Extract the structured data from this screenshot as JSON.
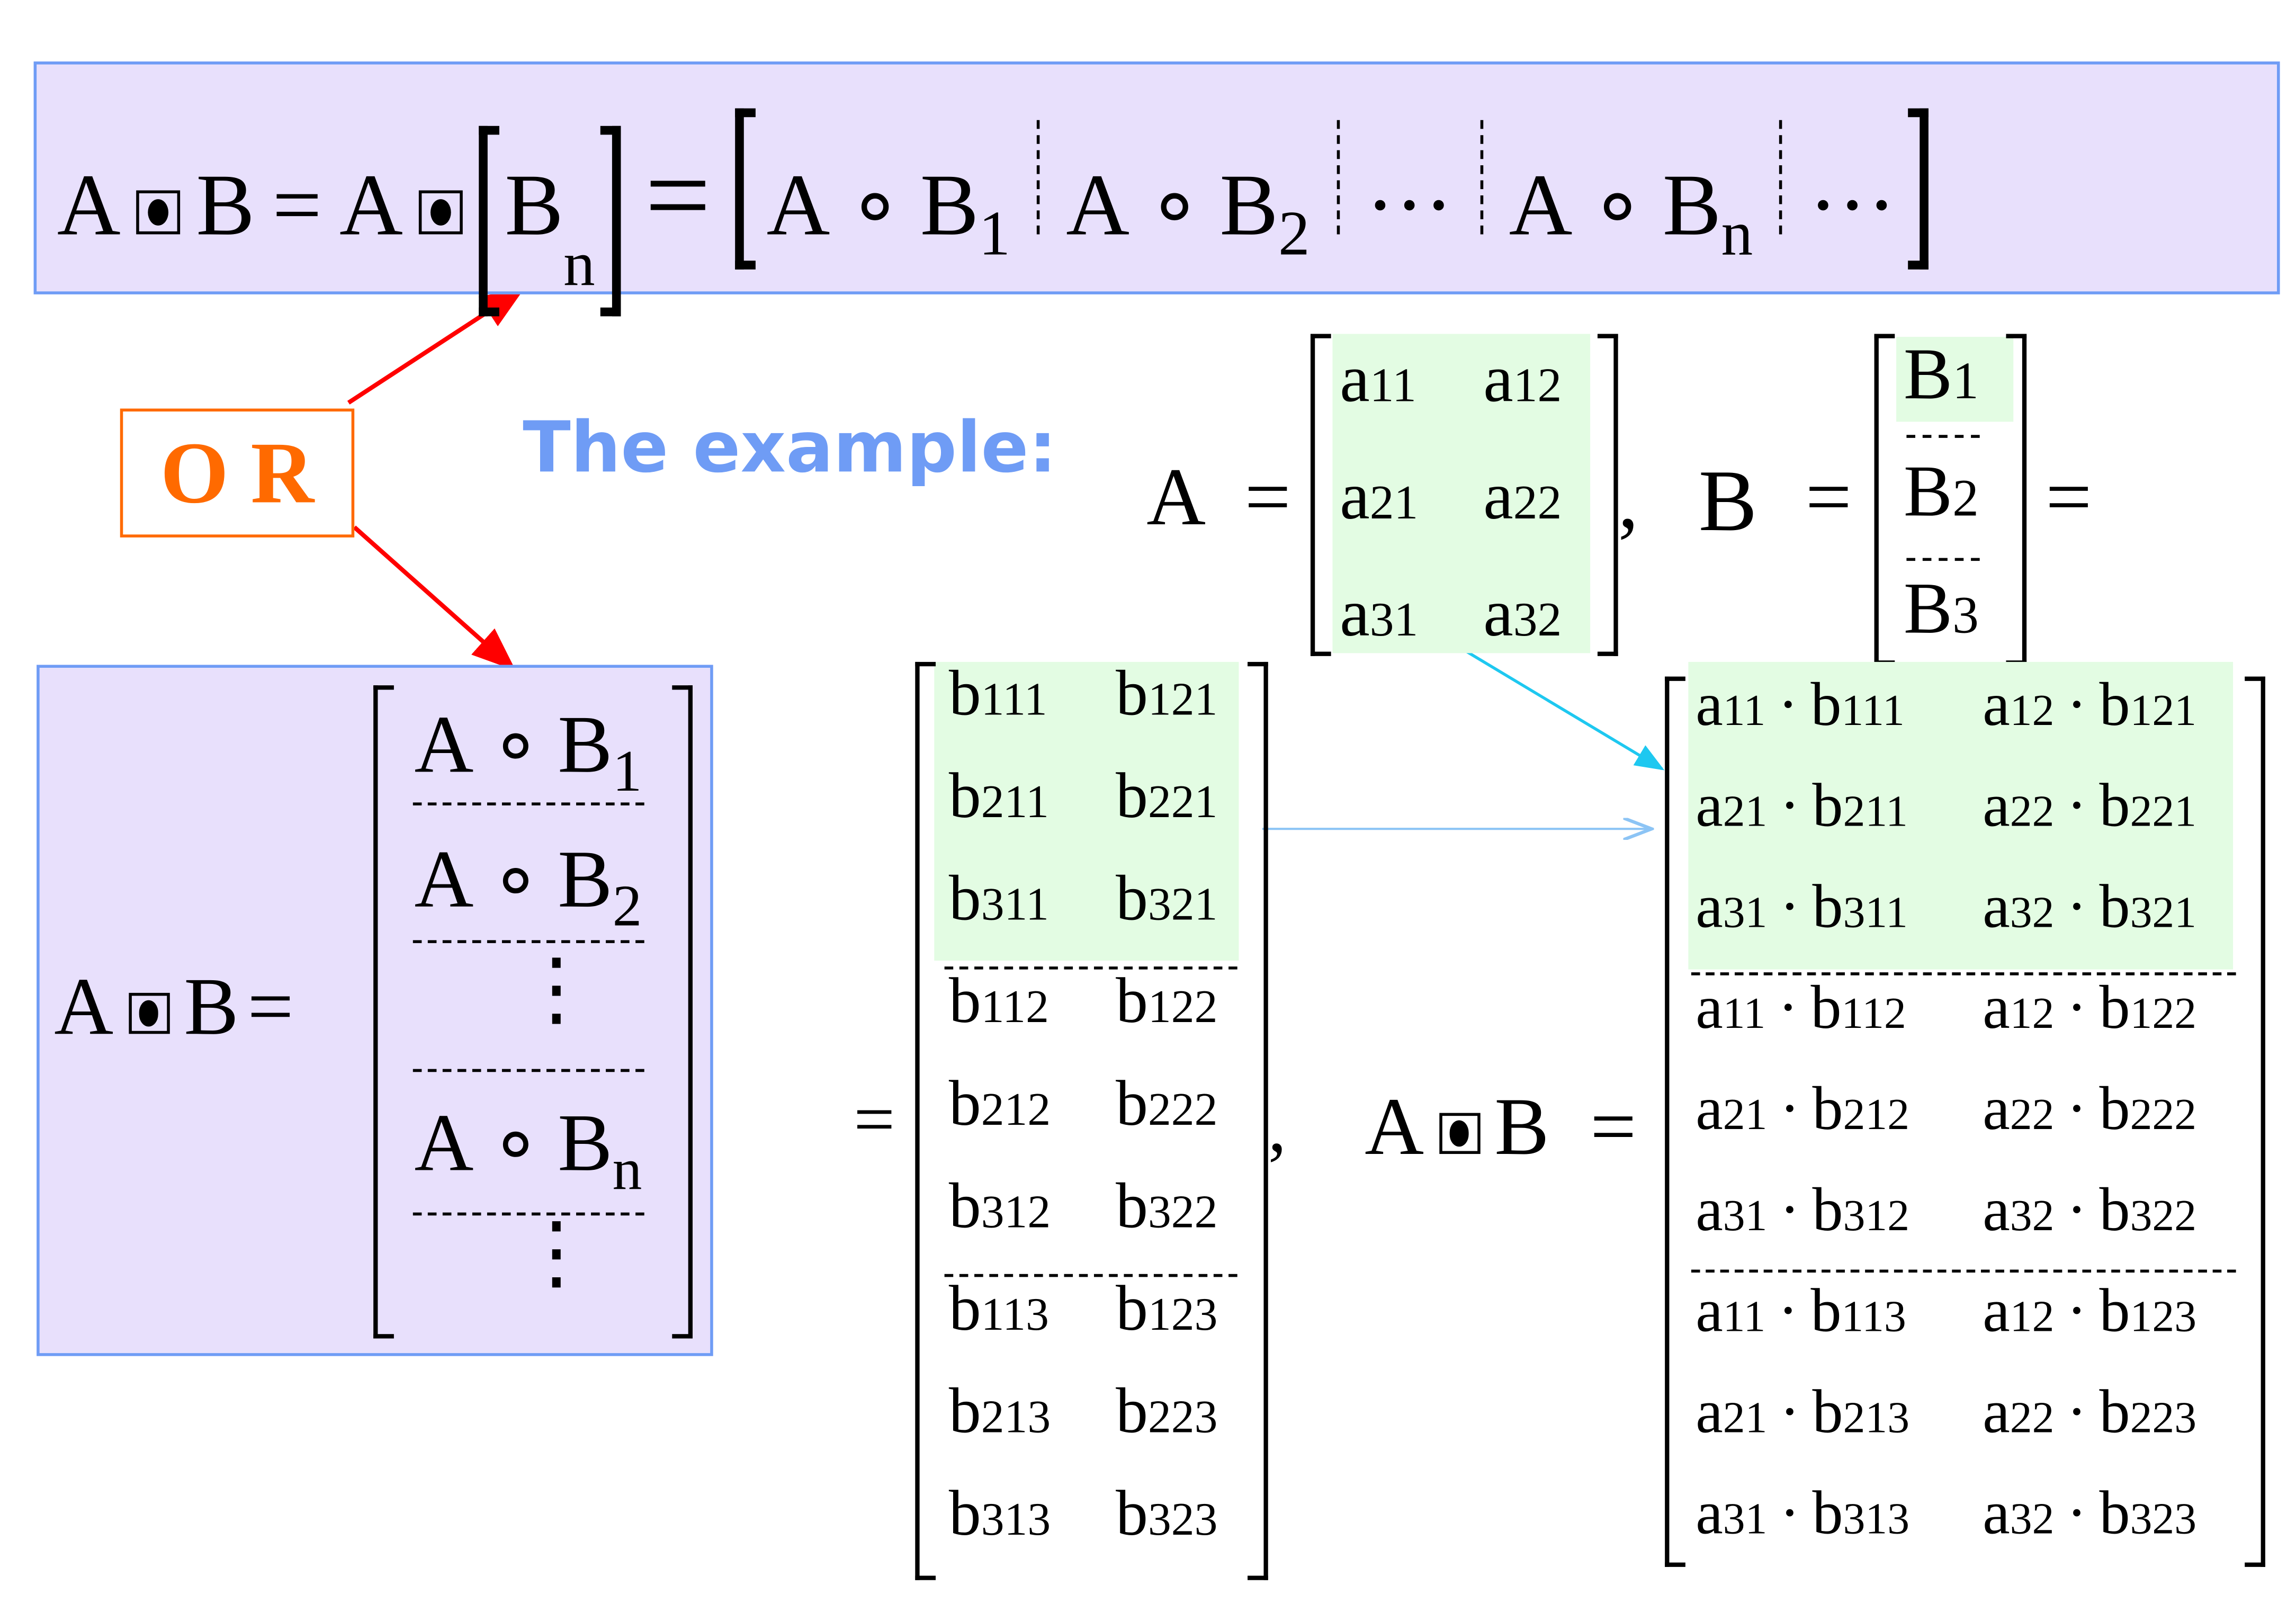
{
  "top_formula": {
    "lhs_a": "A",
    "lhs_b": "B",
    "eq": "=",
    "mid_a": "A",
    "mid_b": {
      "t": "B",
      "s": "n"
    },
    "eq2": "=",
    "terms": [
      {
        "a": "A",
        "op": "∘",
        "b": {
          "t": "B",
          "s": "1"
        }
      },
      {
        "a": "A",
        "op": "∘",
        "b": {
          "t": "B",
          "s": "2"
        }
      },
      {
        "ellipsis": "···"
      },
      {
        "a": "A",
        "op": "∘",
        "b": {
          "t": "B",
          "s": "n"
        }
      },
      {
        "ellipsis": "···"
      }
    ]
  },
  "or_label": "O R",
  "example_label": "The example:",
  "matrix_a": {
    "name": "A",
    "eq": "=",
    "comma": ",",
    "rows": [
      [
        {
          "t": "a",
          "s": "11"
        },
        {
          "t": "a",
          "s": "12"
        }
      ],
      [
        {
          "t": "a",
          "s": "21"
        },
        {
          "t": "a",
          "s": "22"
        }
      ],
      [
        {
          "t": "a",
          "s": "31"
        },
        {
          "t": "a",
          "s": "32"
        }
      ]
    ]
  },
  "matrix_b_blocks": {
    "name": "B",
    "eq": "=",
    "eq2": "=",
    "rows": [
      {
        "t": "B",
        "s": "1"
      },
      {
        "t": "B",
        "s": "2"
      },
      {
        "t": "B",
        "s": "3"
      }
    ]
  },
  "left_formula": {
    "lhs_a": "A",
    "lhs_b": "B",
    "eq": "=",
    "rows": [
      {
        "a": "A",
        "op": "∘",
        "b": {
          "t": "B",
          "s": "1"
        }
      },
      {
        "a": "A",
        "op": "∘",
        "b": {
          "t": "B",
          "s": "2"
        }
      },
      {
        "vdots": "⋮"
      },
      {
        "a": "A",
        "op": "∘",
        "b": {
          "t": "B",
          "s": "n"
        }
      },
      {
        "vdots": "⋮"
      }
    ]
  },
  "matrix_b": {
    "eq": "=",
    "comma": ",",
    "rows": [
      [
        {
          "t": "b",
          "s": "111"
        },
        {
          "t": "b",
          "s": "121"
        }
      ],
      [
        {
          "t": "b",
          "s": "211"
        },
        {
          "t": "b",
          "s": "221"
        }
      ],
      [
        {
          "t": "b",
          "s": "311"
        },
        {
          "t": "b",
          "s": "321"
        }
      ],
      [
        {
          "t": "b",
          "s": "112"
        },
        {
          "t": "b",
          "s": "122"
        }
      ],
      [
        {
          "t": "b",
          "s": "212"
        },
        {
          "t": "b",
          "s": "222"
        }
      ],
      [
        {
          "t": "b",
          "s": "312"
        },
        {
          "t": "b",
          "s": "322"
        }
      ],
      [
        {
          "t": "b",
          "s": "113"
        },
        {
          "t": "b",
          "s": "123"
        }
      ],
      [
        {
          "t": "b",
          "s": "213"
        },
        {
          "t": "b",
          "s": "223"
        }
      ],
      [
        {
          "t": "b",
          "s": "313"
        },
        {
          "t": "b",
          "s": "323"
        }
      ]
    ]
  },
  "result": {
    "lhs_a": "A",
    "lhs_b": "B",
    "eq": "=",
    "dot": "·",
    "rows": [
      [
        [
          {
            "t": "a",
            "s": "11"
          },
          {
            "t": "b",
            "s": "111"
          }
        ],
        [
          {
            "t": "a",
            "s": "12"
          },
          {
            "t": "b",
            "s": "121"
          }
        ]
      ],
      [
        [
          {
            "t": "a",
            "s": "21"
          },
          {
            "t": "b",
            "s": "211"
          }
        ],
        [
          {
            "t": "a",
            "s": "22"
          },
          {
            "t": "b",
            "s": "221"
          }
        ]
      ],
      [
        [
          {
            "t": "a",
            "s": "31"
          },
          {
            "t": "b",
            "s": "311"
          }
        ],
        [
          {
            "t": "a",
            "s": "32"
          },
          {
            "t": "b",
            "s": "321"
          }
        ]
      ],
      [
        [
          {
            "t": "a",
            "s": "11"
          },
          {
            "t": "b",
            "s": "112"
          }
        ],
        [
          {
            "t": "a",
            "s": "12"
          },
          {
            "t": "b",
            "s": "122"
          }
        ]
      ],
      [
        [
          {
            "t": "a",
            "s": "21"
          },
          {
            "t": "b",
            "s": "212"
          }
        ],
        [
          {
            "t": "a",
            "s": "22"
          },
          {
            "t": "b",
            "s": "222"
          }
        ]
      ],
      [
        [
          {
            "t": "a",
            "s": "31"
          },
          {
            "t": "b",
            "s": "312"
          }
        ],
        [
          {
            "t": "a",
            "s": "32"
          },
          {
            "t": "b",
            "s": "322"
          }
        ]
      ],
      [
        [
          {
            "t": "a",
            "s": "11"
          },
          {
            "t": "b",
            "s": "113"
          }
        ],
        [
          {
            "t": "a",
            "s": "12"
          },
          {
            "t": "b",
            "s": "123"
          }
        ]
      ],
      [
        [
          {
            "t": "a",
            "s": "21"
          },
          {
            "t": "b",
            "s": "213"
          }
        ],
        [
          {
            "t": "a",
            "s": "22"
          },
          {
            "t": "b",
            "s": "223"
          }
        ]
      ],
      [
        [
          {
            "t": "a",
            "s": "31"
          },
          {
            "t": "b",
            "s": "313"
          }
        ],
        [
          {
            "t": "a",
            "s": "32"
          },
          {
            "t": "b",
            "s": "323"
          }
        ]
      ]
    ]
  },
  "colors": {
    "box_bg": "#e8e0fc",
    "box_border": "#6f9cf5",
    "or": "#ff6a00",
    "example": "#6f9cf5",
    "highlight": "#e3fce3",
    "arrow_red": "#ff0000",
    "arrow_cyan": "#1ec8f0",
    "arrow_light": "#8cc4f5"
  }
}
